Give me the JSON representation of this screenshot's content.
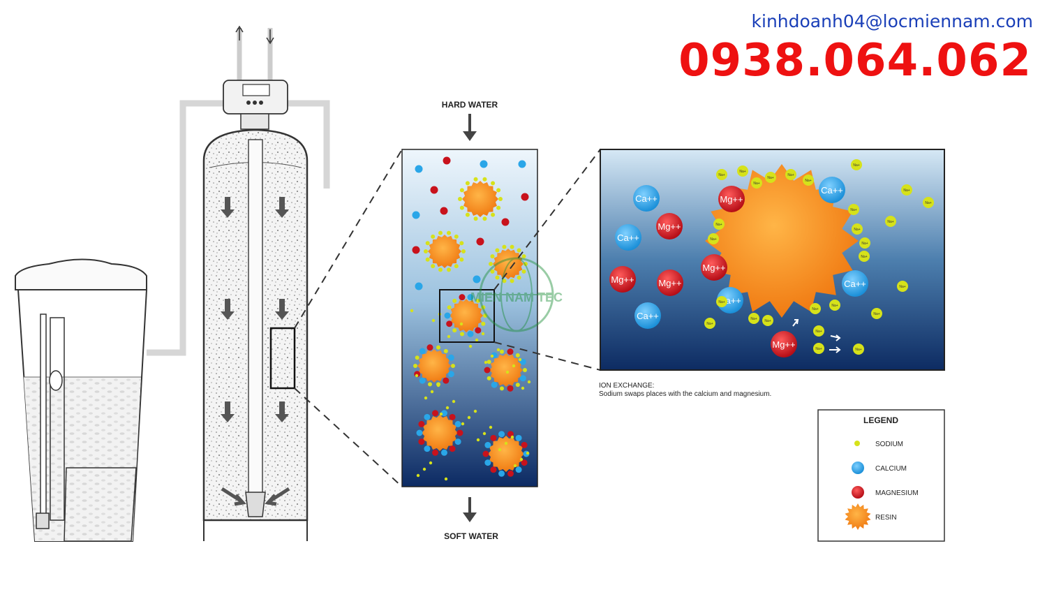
{
  "contact": {
    "email": "kinhdoanh04@locmiennam.com",
    "phone": "0938.064.062"
  },
  "diagram": {
    "hard_water_label": "HARD WATER",
    "soft_water_label": "SOFT WATER",
    "ion_exchange_title": "ION EXCHANGE:",
    "ion_exchange_desc": "Sodium swaps places with the calcium and magnesium.",
    "watermark": "MIEN NAM TEC",
    "ion_labels": {
      "calcium": "Ca++",
      "magnesium": "Mg++",
      "sodium": "Na+"
    }
  },
  "legend": {
    "title": "LEGEND",
    "items": [
      {
        "label": "SODIUM",
        "color": "#d6e21a",
        "icon": "sodium-dot"
      },
      {
        "label": "CALCIUM",
        "color": "#2aa6e8",
        "icon": "calcium-dot"
      },
      {
        "label": "MAGNESIUM",
        "color": "#c8121c",
        "icon": "magnesium-dot"
      },
      {
        "label": "RESIN",
        "color": "#f7941d",
        "icon": "resin-star"
      }
    ]
  },
  "colors": {
    "sodium": "#d6e21a",
    "calcium": "#2aa6e8",
    "magnesium": "#c8121c",
    "resin": "#f7941d",
    "water_top": "#e8f3fb",
    "water_bottom": "#0c2a63"
  }
}
